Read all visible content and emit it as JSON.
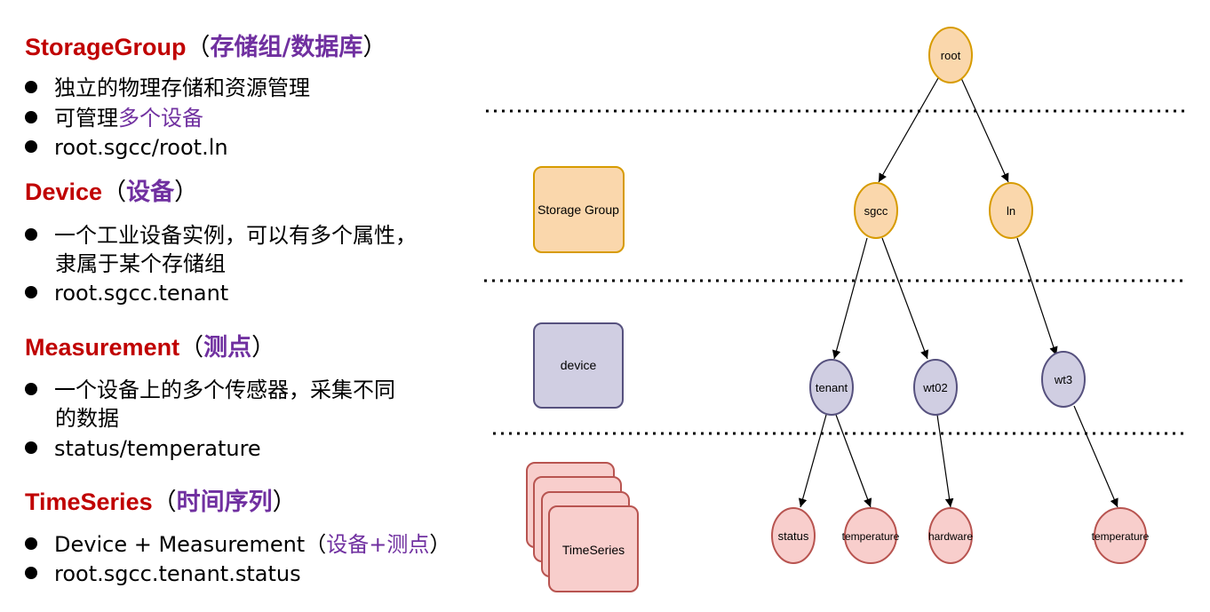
{
  "sections": [
    {
      "en": "StorageGroup",
      "paren_open": "（",
      "zh": "存储组/数据库",
      "paren_close": "）",
      "bullets": [
        {
          "text": "独立的物理存储和资源管理"
        },
        {
          "text": "可管理",
          "highlight": "多个设备"
        },
        {
          "text": "root.sgcc/root.ln"
        }
      ]
    },
    {
      "en": "Device",
      "paren_open": "（",
      "zh": "设备",
      "paren_close": "）",
      "bullets": [
        {
          "text": "一个工业设备实例，可以有多个属性，",
          "cont": "隶属于某个存储组"
        },
        {
          "text": "root.sgcc.tenant"
        }
      ]
    },
    {
      "en": "Measurement",
      "paren_open": "（",
      "zh": "测点",
      "paren_close": "）",
      "bullets": [
        {
          "text": "一个设备上的多个传感器，采集不同",
          "cont": "的数据"
        },
        {
          "text": "status/temperature"
        }
      ]
    },
    {
      "en": "TimeSeries",
      "paren_open": "（",
      "zh": "时间序列",
      "paren_close": "）",
      "bullets": [
        {
          "text": "Device + Measurement",
          "paren_open": "（",
          "highlight": "设备+测点",
          "paren_close": "）"
        },
        {
          "text": "root.sgcc.tenant.status"
        }
      ]
    }
  ],
  "legend": {
    "storage_group": "Storage Group",
    "device": "device",
    "timeseries": "TimeSeries"
  },
  "tree": {
    "root": "root",
    "storage_groups": [
      "sgcc",
      "ln"
    ],
    "devices": [
      "tenant",
      "wt02",
      "wt3"
    ],
    "measurements": [
      "status",
      "temperature",
      "hardware",
      "temperature"
    ]
  },
  "colors": {
    "heading_en": "#c00000",
    "heading_zh": "#7030a0",
    "orange_fill": "#fad7ac",
    "orange_stroke": "#d79b00",
    "purple_fill": "#d0cee2",
    "purple_stroke": "#56517e",
    "red_fill": "#f8cecc",
    "red_stroke": "#b85450"
  }
}
